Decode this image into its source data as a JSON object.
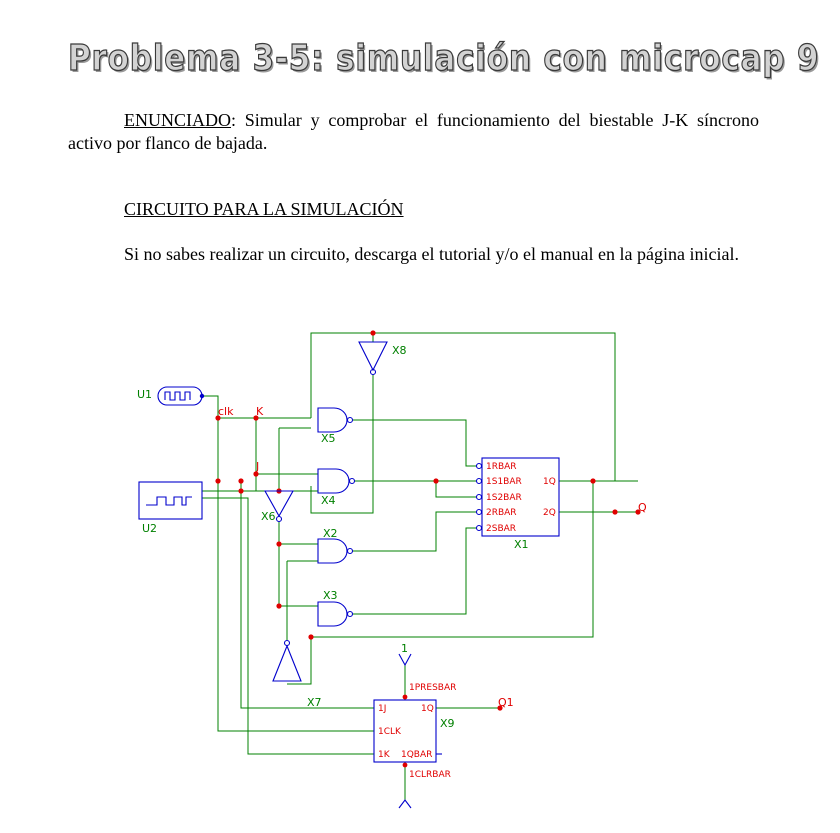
{
  "title": "Problema 3-5: simulación con microcap 9",
  "enunciado": {
    "label": "ENUNCIADO",
    "text": ": Simular y comprobar el funcionamiento del biestable J-K síncrono activo por flanco de bajada."
  },
  "circuit_heading": "CIRCUITO PARA LA SIMULACIÓN",
  "instructions": "Si no sabes realizar un circuito, descarga el tutorial y/o el manual en la página inicial.",
  "schematic": {
    "components": {
      "u1": "U1",
      "u2": "U2",
      "x1": "X1",
      "x2": "X2",
      "x3": "X3",
      "x4": "X4",
      "x5": "X5",
      "x6": "X6",
      "x7": "X7",
      "x8": "X8",
      "x9": "X9"
    },
    "nets": {
      "clk": "clk",
      "k": "K",
      "j": "J",
      "q": "Q",
      "q1": "Q1",
      "one": "1"
    },
    "x1_pins": {
      "rbar1": "1RBAR",
      "s1bar1": "1S1BAR",
      "s2bar1": "1S2BAR",
      "rbar2": "2RBAR",
      "sbar2": "2SBAR",
      "q1": "1Q",
      "q2": "2Q"
    },
    "x9_pins": {
      "presbar": "1PRESBAR",
      "j": "1J",
      "q": "1Q",
      "clk": "1CLK",
      "k": "1K",
      "qbar": "1QBAR",
      "clrbar": "1CLRBAR"
    }
  }
}
